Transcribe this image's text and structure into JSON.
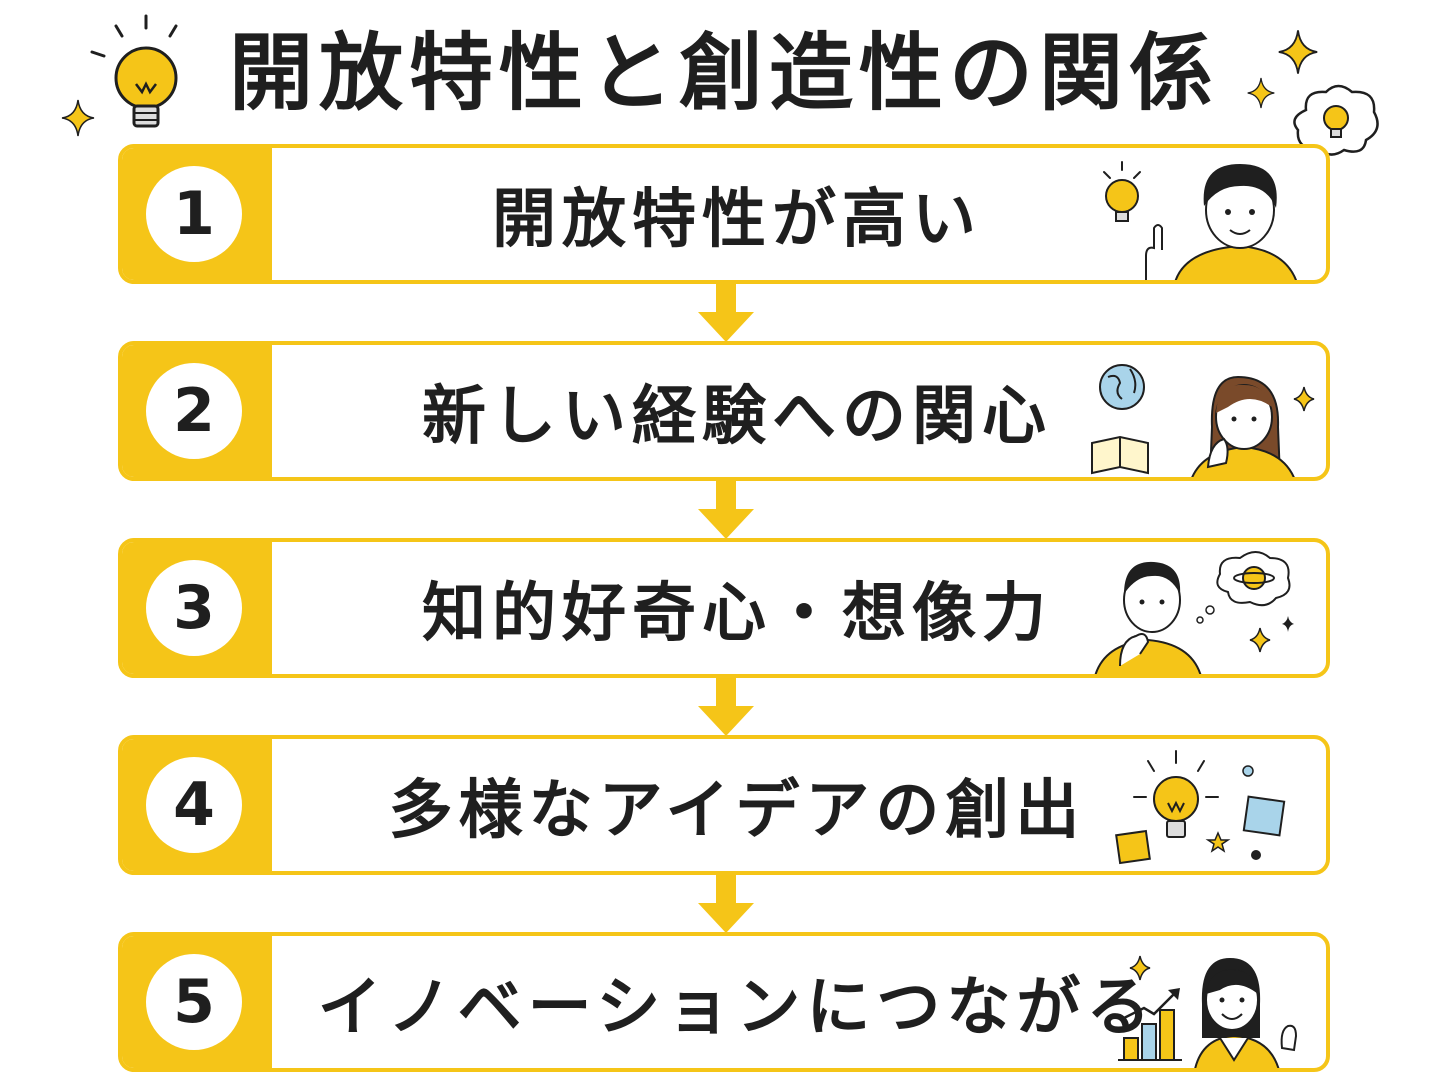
{
  "title": "開放特性と創造性の関係",
  "colors": {
    "accent": "#f5c518",
    "text": "#1f1f1f",
    "border": "#f5c518"
  },
  "steps": [
    {
      "number": "1",
      "label": "開放特性が高い",
      "icon": "person-pointing-lightbulb-icon"
    },
    {
      "number": "2",
      "label": "新しい経験への関心",
      "icon": "woman-globe-book-icon"
    },
    {
      "number": "3",
      "label": "知的好奇心・想像力",
      "icon": "man-thinking-planet-icon"
    },
    {
      "number": "4",
      "label": "多様なアイデアの創出",
      "icon": "lightbulb-shapes-icon"
    },
    {
      "number": "5",
      "label": "イノベーションにつながる",
      "icon": "woman-growth-chart-icon"
    }
  ]
}
